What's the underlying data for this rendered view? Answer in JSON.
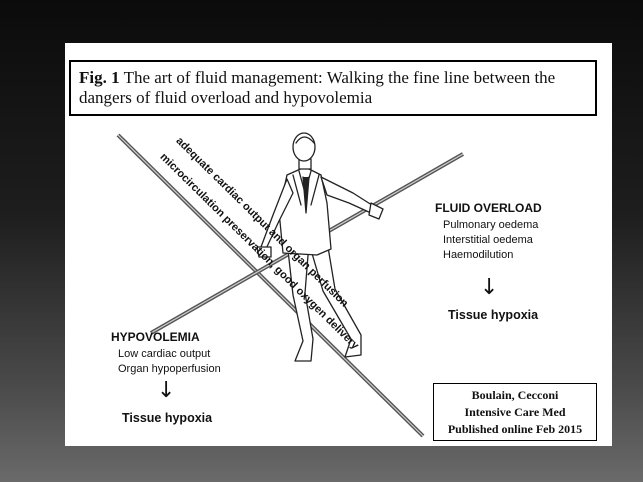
{
  "caption": {
    "label": "Fig. 1",
    "text": "The art of fluid management: Walking the fine line between the dangers of fluid overload and hypovolemia"
  },
  "fluid_overload": {
    "title": "FLUID OVERLOAD",
    "items": [
      "Pulmonary oedema",
      "Interstitial oedema",
      "Haemodilution"
    ],
    "arrow": "↓",
    "result": "Tissue hypoxia"
  },
  "hypovolemia": {
    "title": "HYPOVOLEMIA",
    "items": [
      "Low cardiac output",
      "Organ hypoperfusion"
    ],
    "arrow": "↓",
    "result": "Tissue hypoxia"
  },
  "rope_text": {
    "line1": "adequate cardiac output and organ perfusion",
    "line2": "microcirculation preservation, good oxygen delivery"
  },
  "credit": {
    "authors": "Boulain, Cecconi",
    "journal": "Intensive Care Med",
    "published": "Published online Feb 2015"
  }
}
